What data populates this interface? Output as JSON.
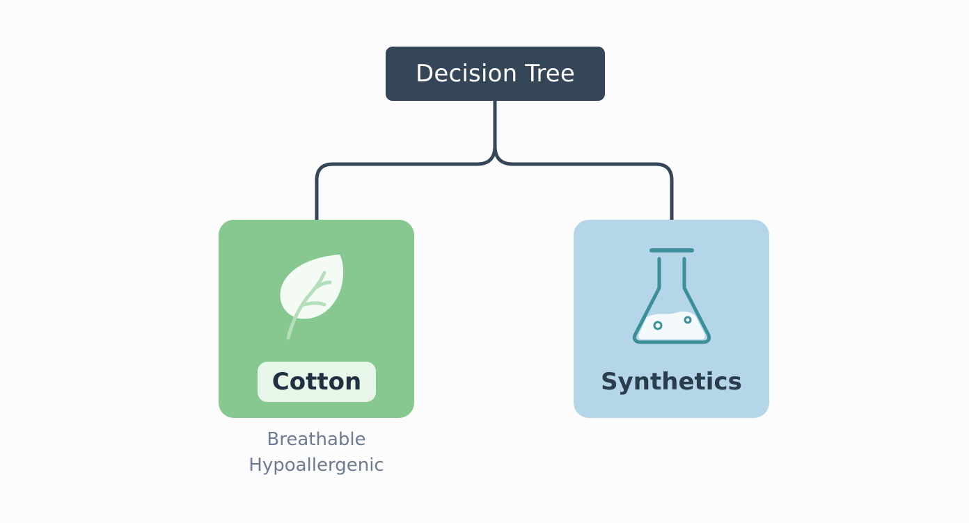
{
  "diagram": {
    "root": {
      "label": "Decision Tree"
    },
    "branches": [
      {
        "label": "Cotton",
        "icon": "leaf-icon",
        "color": "#86c88f",
        "notes": [
          "Breathable",
          "Hypoallergenic"
        ]
      },
      {
        "label": "Synthetics",
        "icon": "flask-icon",
        "color": "#b4d6e8"
      }
    ],
    "connector_color": "#354659"
  }
}
